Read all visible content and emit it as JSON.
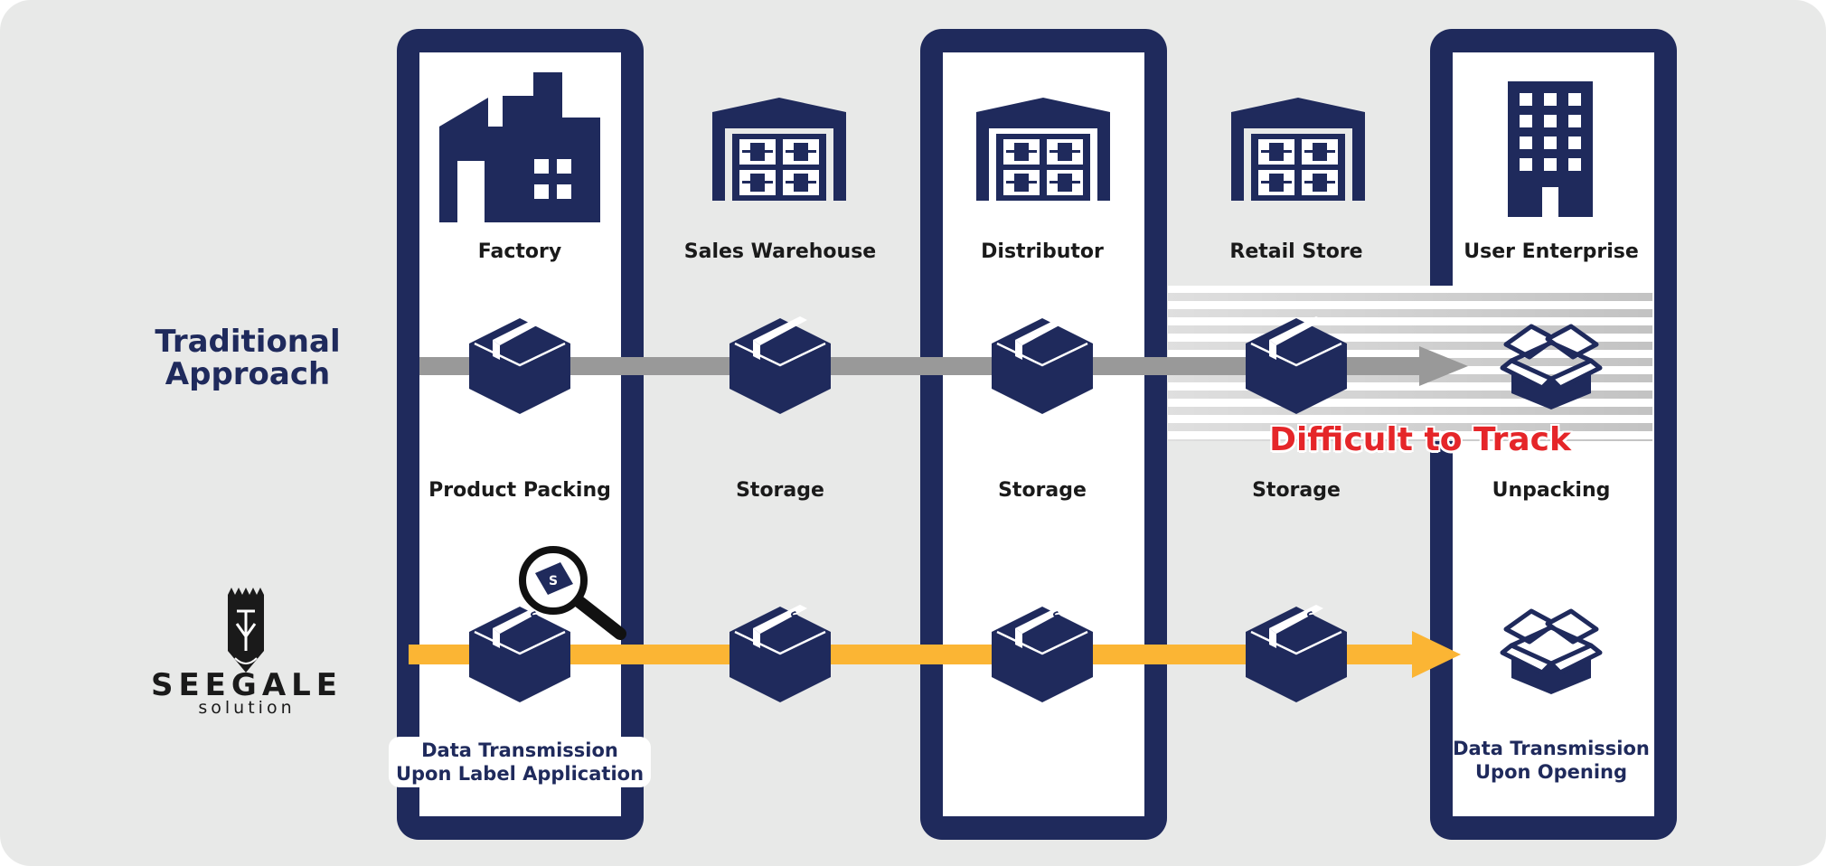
{
  "diagram": {
    "columns": [
      {
        "id": "factory",
        "label": "Factory",
        "icon": "factory-icon",
        "highlighted": true,
        "traditional_step": "Product Packing",
        "traditional_icon": "box-icon",
        "seegale_icon": "labeled-box-icon"
      },
      {
        "id": "sales-warehouse",
        "label": "Sales Warehouse",
        "icon": "warehouse-icon",
        "highlighted": false,
        "traditional_step": "Storage",
        "traditional_icon": "box-icon",
        "seegale_icon": "labeled-box-icon"
      },
      {
        "id": "distributor",
        "label": "Distributor",
        "icon": "warehouse-icon",
        "highlighted": true,
        "traditional_step": "Storage",
        "traditional_icon": "box-icon",
        "seegale_icon": "labeled-box-icon"
      },
      {
        "id": "retail-store",
        "label": "Retail Store",
        "icon": "warehouse-icon",
        "highlighted": false,
        "traditional_step": "Storage",
        "traditional_icon": "box-icon",
        "seegale_icon": "labeled-box-icon"
      },
      {
        "id": "user-enterprise",
        "label": "User Enterprise",
        "icon": "office-building-icon",
        "highlighted": true,
        "traditional_step": "Unpacking",
        "traditional_icon": "open-box-icon",
        "seegale_icon": "open-box-icon"
      }
    ],
    "traditional": {
      "title_line1": "Traditional",
      "title_line2": "Approach",
      "warning": "Difficult to Track",
      "arrow_color": "#999999"
    },
    "seegale": {
      "brand": "SEEGALE",
      "brand_sub": "solution",
      "note_start_line1": "Data Transmission",
      "note_start_line2": "Upon Label Application",
      "note_end_line1": "Data Transmission",
      "note_end_line2": "Upon Opening",
      "arrow_color": "#fbb534"
    },
    "colors": {
      "navy": "#1f2a5c",
      "background": "#e8e9e8",
      "warning": "#e52629"
    }
  }
}
